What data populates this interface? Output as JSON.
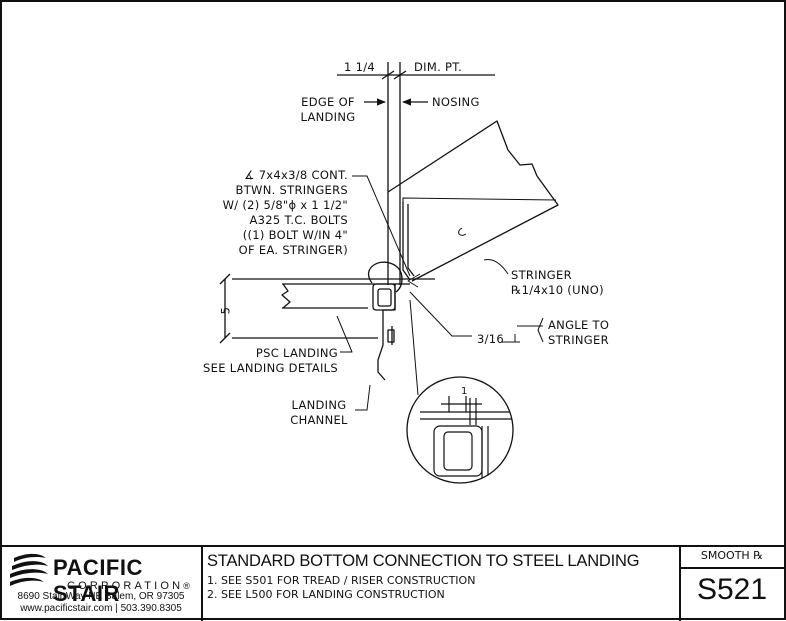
{
  "drawing": {
    "dim_left": "1 1/4",
    "dim_right": "DIM. PT.",
    "edge_label": [
      "EDGE OF",
      "LANDING"
    ],
    "nosing_label": "NOSING",
    "angle_callout": [
      "∡ 7x4x3/8 CONT.",
      "BTWN. STRINGERS",
      "W/ (2) 5/8\"ɸ x 1 1/2\"",
      "A325 T.C. BOLTS",
      "((1) BOLT W/IN 4\"",
      "OF EA. STRINGER)"
    ],
    "stringer_label": [
      "STRINGER",
      "℞1/4x10 (UNO)"
    ],
    "weld_size": "3/16",
    "weld_note": [
      "ANGLE TO",
      "STRINGER"
    ],
    "vertical_dim": "5",
    "psc_label": [
      "PSC LANDING",
      "SEE LANDING DETAILS"
    ],
    "channel_label": [
      "LANDING",
      "CHANNEL"
    ],
    "detail_dim": "1"
  },
  "title_block": {
    "company": "PACIFIC STAIR",
    "corporation": "CORPORATION",
    "trademark": "®",
    "address": "8690 Stair Way NE Salem, OR 97305",
    "web_phone": "www.pacificstair.com  |  503.390.8305",
    "sheet_title": "STANDARD BOTTOM CONNECTION TO STEEL LANDING",
    "notes": [
      "1. SEE S501 FOR TREAD / RISER CONSTRUCTION",
      "2. SEE L500 FOR LANDING CONSTRUCTION"
    ],
    "finish": "SMOOTH ℞",
    "sheet_number": "S521"
  }
}
